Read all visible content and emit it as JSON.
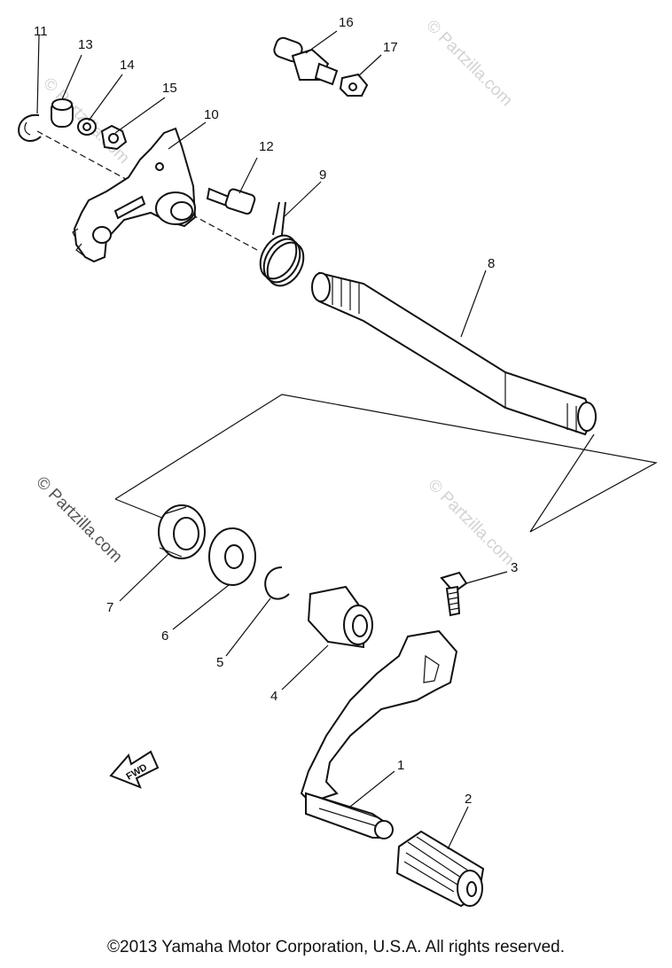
{
  "watermarks": [
    "© Partzilla.com",
    "© Partzilla.com",
    "© Partzilla.com",
    "© Partzilla.com"
  ],
  "fwd_label": "FWD",
  "copyright": "©2013  Yamaha Motor Corporation, U.S.A. All rights reserved.",
  "callouts": [
    "1",
    "2",
    "3",
    "4",
    "5",
    "6",
    "7",
    "8",
    "9",
    "10",
    "11",
    "12",
    "13",
    "14",
    "15",
    "16",
    "17"
  ]
}
